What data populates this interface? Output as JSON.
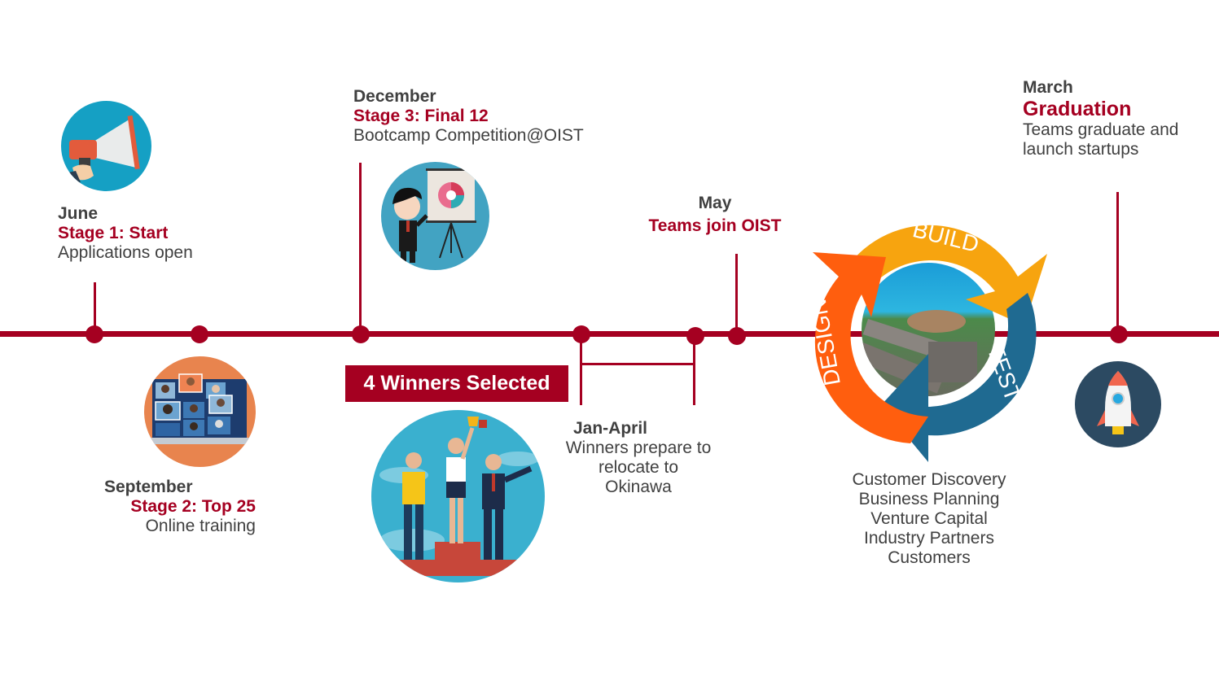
{
  "colors": {
    "accent": "#a50021",
    "text": "#404040",
    "build": "#f7a40f",
    "design": "#ff5e0e",
    "test": "#1f6a91"
  },
  "milestones": [
    {
      "id": "june",
      "month": "June",
      "stage": "Stage 1: Start",
      "desc": "Applications open",
      "icon": "megaphone-icon"
    },
    {
      "id": "september",
      "month": "September",
      "stage": "Stage 2: Top 25",
      "desc": "Online training",
      "icon": "video-conference-icon"
    },
    {
      "id": "december",
      "month": "December",
      "stage": "Stage 3: Final 12",
      "desc": "Bootcamp Competition@OIST",
      "icon": "presentation-icon"
    },
    {
      "id": "jan-april",
      "month": "Jan-April",
      "desc_lines": [
        "Winners prepare to",
        "relocate to",
        "Okinawa"
      ]
    },
    {
      "id": "may",
      "month": "May",
      "stage": "Teams join OIST"
    },
    {
      "id": "march",
      "month": "March",
      "stage": "Graduation",
      "desc_lines": [
        "Teams graduate and",
        "launch startups"
      ],
      "icon": "rocket-icon"
    }
  ],
  "winners_badge": "4 Winners Selected",
  "cycle": {
    "labels": [
      "BUILD",
      "TEST",
      "DESIGN"
    ],
    "activities": [
      "Customer Discovery",
      "Business Planning",
      "Venture Capital",
      "Industry Partners",
      "Customers"
    ]
  }
}
